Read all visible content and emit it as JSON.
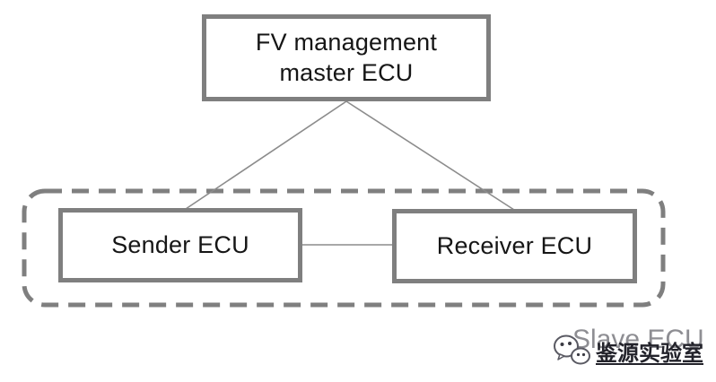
{
  "diagram": {
    "nodes": {
      "master": {
        "line1": "FV management",
        "line2": "master ECU"
      },
      "sender": {
        "label": "Sender ECU"
      },
      "receiver": {
        "label": "Receiver ECU"
      }
    },
    "connections": [
      {
        "from": "master",
        "to": "sender"
      },
      {
        "from": "master",
        "to": "receiver"
      },
      {
        "from": "sender",
        "to": "receiver"
      }
    ],
    "group": {
      "label": "Slave ECU",
      "style": "dashed-rounded-outline"
    }
  },
  "watermark": {
    "label": "鉴源实验室",
    "icon": "chat-bubbles-icon"
  },
  "colors": {
    "border_gray": "#7f7f7f",
    "connector_gray": "#8c8c8c",
    "node_text": "#161616",
    "group_label": "#8e8e93",
    "watermark_text": "#23232b",
    "bg": "#ffffff"
  }
}
